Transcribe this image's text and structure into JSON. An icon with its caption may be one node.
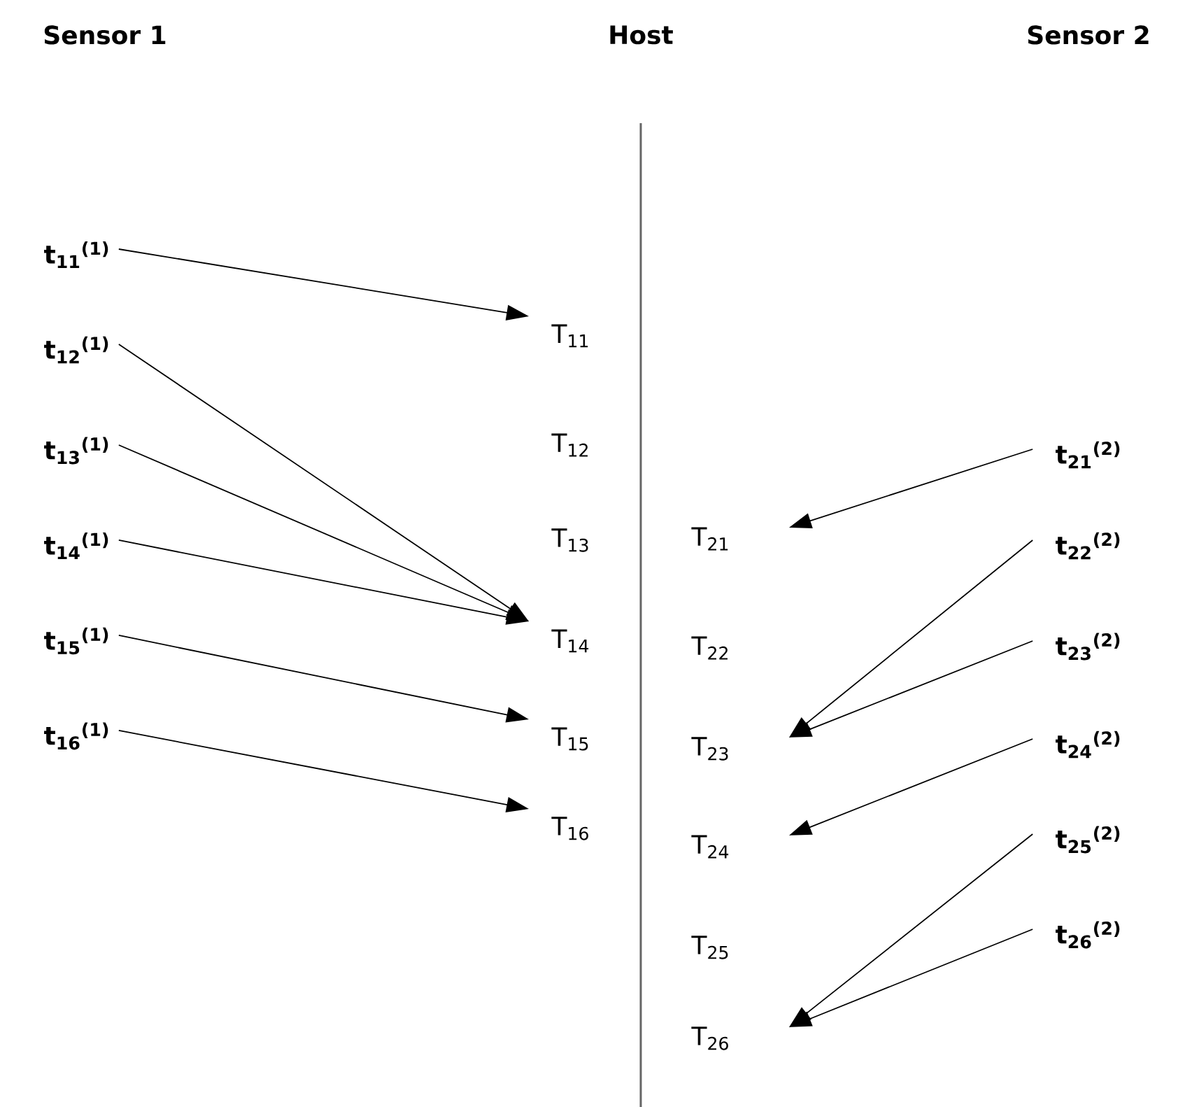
{
  "diagram": {
    "nodes": [
      {
        "text": [
          "t$_{11}$$^{(1)}$"
        ]
      },
      {
        "text": [
          "t$_{12}$$^{(1)}$"
        ]
      },
      {
        "text": [
          "t$_{13}$$^{(1)}$"
        ]
      },
      {
        "text": [
          "t$_{14}$$^{(1)}$"
        ]
      },
      {
        "text": [
          "t$_{15}$$^{(1)}$"
        ]
      },
      {
        "text": [
          "t$_{16}$$^{(1)}$"
        ]
      },
      {
        "text": [
          "T$_{11}$"
        ]
      },
      {
        "text": [
          "T$_{12}$"
        ]
      },
      {
        "text": [
          "T$_{13}$"
        ]
      },
      {
        "text": [
          "T$_{14}$"
        ]
      },
      {
        "text": [
          "T$_{15}$"
        ]
      },
      {
        "text": [
          "T$_{16}$"
        ]
      },
      {
        "text": [
          "T$_{21}$"
        ]
      },
      {
        "text": [
          "T$_{22}$"
        ]
      },
      {
        "text": [
          "T$_{23}$"
        ]
      },
      {
        "text": [
          "T$_{24}$"
        ]
      },
      {
        "text": [
          "T$_{25}$"
        ]
      },
      {
        "text": [
          "T$_{26}$"
        ]
      },
      {
        "text": [
          "t$_{21}$$^{(2)}$"
        ]
      },
      {
        "text": [
          "t$_{22}$$^{(2)}$"
        ]
      },
      {
        "text": [
          "t$_{23}$$^{(2)}$"
        ]
      },
      {
        "text": [
          "t$_{24}$$^{(2)}$"
        ]
      },
      {
        "text": [
          "t$_{25}$$^{(2)}$"
        ]
      },
      {
        "text": [
          "t$_{26}$$^{(2)}$"
        ]
      }
    ],
    "edges": [
      {
        "from": 0,
        "to": 6,
        "arrow": "to"
      },
      {
        "from": 1,
        "to": 9,
        "arrow": "to"
      },
      {
        "from": 2,
        "to": 9,
        "arrow": "to"
      },
      {
        "from": 3,
        "to": 9,
        "arrow": "to"
      },
      {
        "from": 4,
        "to": 10,
        "arrow": "to"
      },
      {
        "from": 5,
        "to": 11,
        "arrow": "to"
      },
      {
        "from": 18,
        "to": 12,
        "arrow": "to"
      },
      {
        "from": 19,
        "to": 14,
        "arrow": "to"
      },
      {
        "from": 20,
        "to": 14,
        "arrow": "to"
      },
      {
        "from": 21,
        "to": 15,
        "arrow": "to"
      },
      {
        "from": 22,
        "to": 17,
        "arrow": "to"
      },
      {
        "from": 23,
        "to": 17,
        "arrow": "to"
      }
    ],
    "labels": [
      "Sensor 1",
      "Host",
      "Sensor 2"
    ]
  }
}
